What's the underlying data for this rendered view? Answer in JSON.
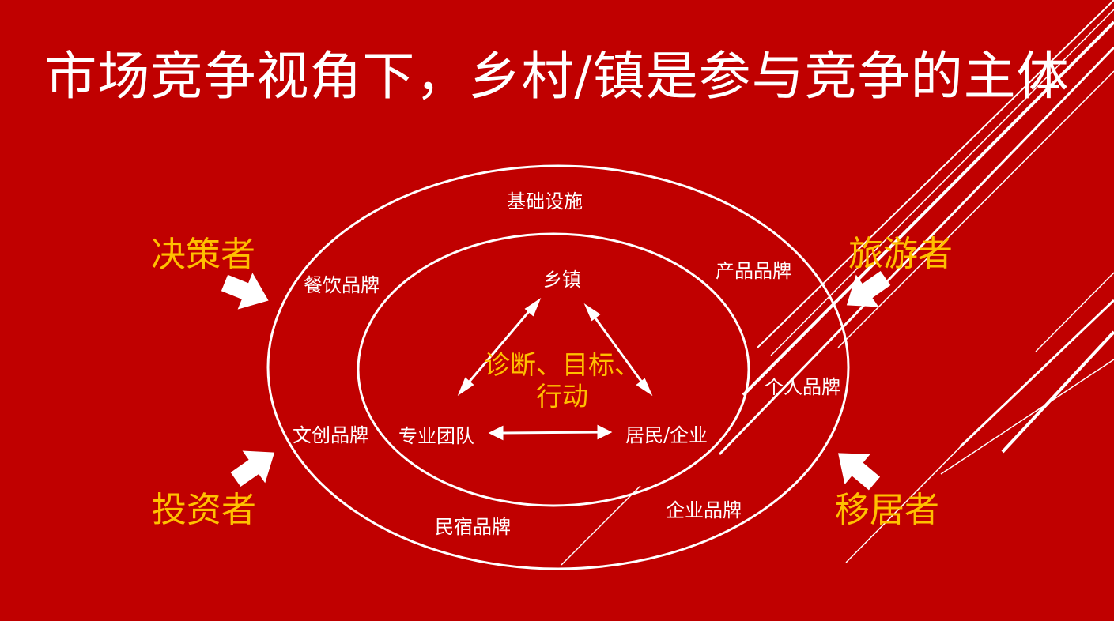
{
  "title": "市场竞争视角下，乡村/镇是参与竞争的主体",
  "colors": {
    "background": "#c00000",
    "text": "#ffffff",
    "accent": "#ffc000"
  },
  "inner_nodes": {
    "top": "乡镇",
    "left": "专业团队",
    "right": "居民/企业"
  },
  "center_text": {
    "line1": "诊断、目标、",
    "line2": "行动"
  },
  "outer_ring": {
    "top": "基础设施",
    "upper_left": "餐饮品牌",
    "upper_right": "产品品牌",
    "right": "个人品牌",
    "left": "文创品牌",
    "bottom_left": "民宿品牌",
    "bottom_right": "企业品牌"
  },
  "actors": {
    "top_left": "决策者",
    "bottom_left": "投资者",
    "top_right": "旅游者",
    "bottom_right": "移居者"
  },
  "icons": {
    "actor_arrow": "arrow-icon",
    "relation_arrow": "double-headed-arrow-icon"
  }
}
